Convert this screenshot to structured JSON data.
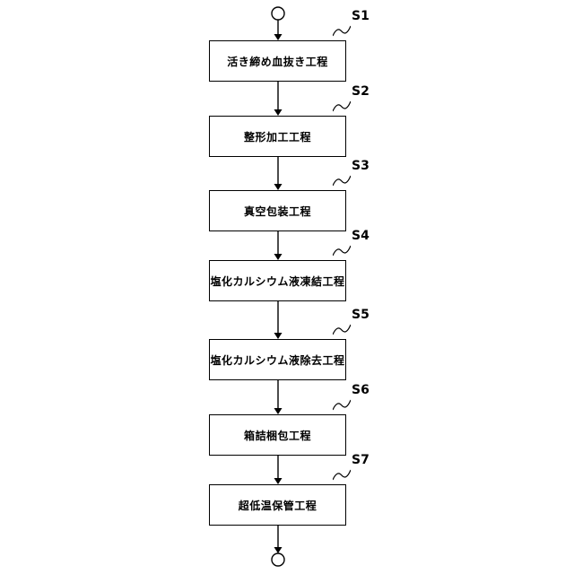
{
  "figure": {
    "type": "flowchart",
    "start_terminal": "circle",
    "end_terminal": "circle",
    "direction": "top-to-bottom"
  },
  "colors": {
    "line": "#000000",
    "text": "#000000",
    "background": "#ffffff"
  },
  "steps": [
    {
      "id": "S1",
      "label": "活き締め血抜き工程"
    },
    {
      "id": "S2",
      "label": "整形加工工程"
    },
    {
      "id": "S3",
      "label": "真空包装工程"
    },
    {
      "id": "S4",
      "label": "塩化カルシウム液凍結工程"
    },
    {
      "id": "S5",
      "label": "塩化カルシウム液除去工程"
    },
    {
      "id": "S6",
      "label": "箱詰梱包工程"
    },
    {
      "id": "S7",
      "label": "超低温保管工程"
    }
  ]
}
